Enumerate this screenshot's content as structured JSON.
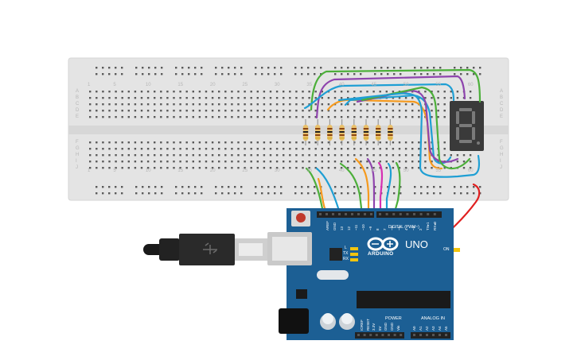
{
  "arduino": {
    "model": "UNO",
    "brand": "ARDUINO",
    "digital_label": "DIGITAL (PWM~)",
    "power_label": "POWER",
    "analog_label": "ANALOG IN",
    "led_on": "ON",
    "led_l": "L",
    "led_tx": "TX",
    "led_rx": "RX",
    "analog_pins": [
      "A0",
      "A1",
      "A2",
      "A3",
      "A4",
      "A5"
    ],
    "power_pins": [
      "IOREF",
      "RESET",
      "3.3V",
      "5V",
      "GND",
      "GND",
      "Vin"
    ],
    "digital_pins": [
      "AREF",
      "GND",
      "13",
      "12",
      "~11",
      "~10",
      "~9",
      "8",
      "7",
      "~6",
      "~5",
      "4",
      "~3",
      "2",
      "TX▸1",
      "RX◂0"
    ]
  },
  "breadboard": {
    "column_numbers": [
      "1",
      "5",
      "10",
      "15",
      "20",
      "25",
      "30",
      "35",
      "40",
      "45",
      "50",
      "55",
      "60"
    ],
    "rows_top": [
      "A",
      "B",
      "C",
      "D",
      "E"
    ],
    "rows_bottom": [
      "F",
      "G",
      "H",
      "I",
      "J"
    ]
  },
  "display": {
    "digit": "8"
  },
  "colors": {
    "breadboard": "#e6e6e6",
    "board": "#1c5f94",
    "wire_green": "#4caf3a",
    "wire_blue": "#1f9fd4",
    "wire_orange": "#f59a1e",
    "wire_purple": "#8e44ad",
    "wire_magenta": "#d62fb3",
    "wire_red": "#e02020"
  },
  "icons": [
    "usb-cable-icon",
    "arduino-infinity-logo-icon",
    "reset-button-icon",
    "seven-segment-display-icon",
    "resistor-icon"
  ]
}
